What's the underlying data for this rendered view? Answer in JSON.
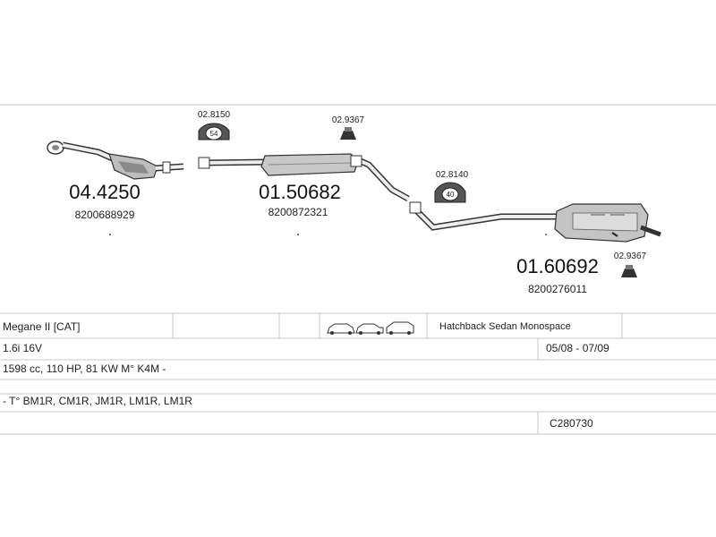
{
  "parts": {
    "catalyst": {
      "code": "04.4250",
      "oem": "8200688929"
    },
    "middle_silencer": {
      "code": "01.50682",
      "oem": "8200872321"
    },
    "rear_silencer": {
      "code": "01.60692",
      "oem": "8200276011"
    },
    "mount_1": {
      "code": "02.8150",
      "badge": "54"
    },
    "rubber_1": {
      "code": "02.9367"
    },
    "mount_2": {
      "code": "02.8140",
      "badge": "40"
    },
    "rubber_2": {
      "code": "02.9367"
    }
  },
  "table": {
    "model": "Megane II [CAT]",
    "body_types": "Hatchback Sedan Monospace",
    "engine": "1.6i 16V",
    "years": "05/08 - 07/09",
    "specs": "1598 cc, 110 HP, 81 KW M° K4M -",
    "type_codes": "- T° BM1R, CM1R, JM1R, LM1R, LM1R",
    "ref": "C280730"
  }
}
